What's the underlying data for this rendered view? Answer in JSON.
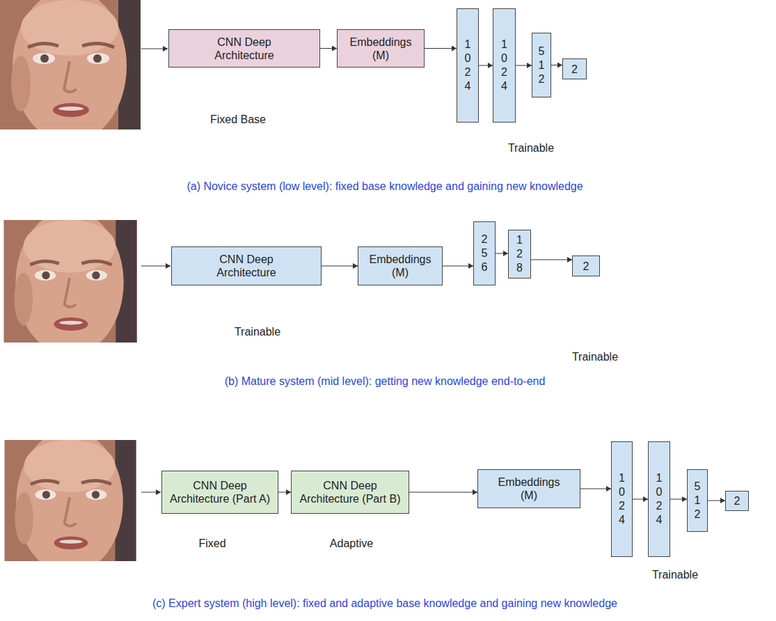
{
  "diagram": {
    "nodes": [
      {
        "text": [
          "CNN Deep Architecture"
        ]
      },
      {
        "text": [
          "Embeddings (M)"
        ]
      },
      {
        "text": [
          "1024"
        ]
      },
      {
        "text": [
          "1024"
        ]
      },
      {
        "text": [
          "512"
        ]
      },
      {
        "text": [
          "2"
        ]
      },
      {
        "text": [
          "CNN Deep Architecture"
        ]
      },
      {
        "text": [
          "Embeddings (M)"
        ]
      },
      {
        "text": [
          "256"
        ]
      },
      {
        "text": [
          "128"
        ]
      },
      {
        "text": [
          "2"
        ]
      },
      {
        "text": [
          "CNN Deep Architecture (Part A)"
        ]
      },
      {
        "text": [
          "CNN Deep Architecture (Part B)"
        ]
      },
      {
        "text": [
          "Embeddings (M)"
        ]
      },
      {
        "text": [
          "1024"
        ]
      },
      {
        "text": [
          "1024"
        ]
      },
      {
        "text": [
          "512"
        ]
      },
      {
        "text": [
          "2"
        ]
      }
    ],
    "edges": [
      {
        "from": 0,
        "to": 1,
        "arrow": "to"
      },
      {
        "from": 1,
        "to": 2,
        "arrow": "to"
      },
      {
        "from": 2,
        "to": 3,
        "arrow": "to"
      },
      {
        "from": 3,
        "to": 4,
        "arrow": "to"
      },
      {
        "from": 4,
        "to": 5,
        "arrow": "to"
      },
      {
        "from": 6,
        "to": 7,
        "arrow": "to"
      },
      {
        "from": 7,
        "to": 8,
        "arrow": "to"
      },
      {
        "from": 8,
        "to": 9,
        "arrow": "to"
      },
      {
        "from": 9,
        "to": 10,
        "arrow": "to"
      },
      {
        "from": 11,
        "to": 12,
        "arrow": "to"
      },
      {
        "from": 12,
        "to": 13,
        "arrow": "to"
      },
      {
        "from": 13,
        "to": 14,
        "arrow": "to"
      },
      {
        "from": 14,
        "to": 15,
        "arrow": "to"
      },
      {
        "from": 15,
        "to": 16,
        "arrow": "to"
      },
      {
        "from": 16,
        "to": 17,
        "arrow": "to"
      }
    ],
    "labels": [
      "Fixed Base",
      "Trainable",
      "(a) Novice system (low level): fixed base knowledge and gaining new knowledge",
      "Trainable",
      "Trainable",
      "(b) Mature system (mid level): getting new knowledge end-to-end",
      "Fixed",
      "Adaptive",
      "Trainable",
      "(c) Expert system (high level): fixed and adaptive base knowledge and gaining new knowledge"
    ]
  }
}
